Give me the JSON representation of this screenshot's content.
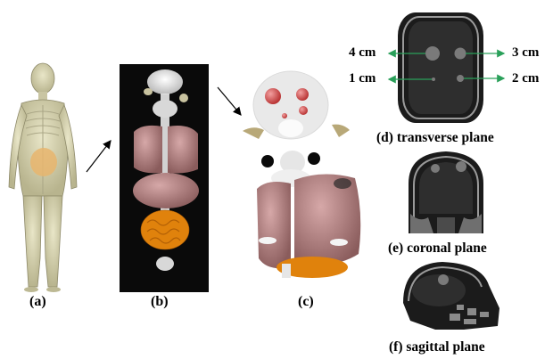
{
  "panels": {
    "a": "(a)",
    "b": "(b)",
    "c": "(c)"
  },
  "planes": {
    "transverse": "(d) transverse plane",
    "coronal": "(e) coronal plane",
    "sagittal": "(f) sagittal plane"
  },
  "tumor_sizes": {
    "top_left": "4 cm",
    "top_right": "3 cm",
    "bottom_left": "1 cm",
    "bottom_right": "2 cm"
  },
  "colors": {
    "arrow_green": "#2aa05a",
    "organ_pink": "#b88585",
    "intestine_orange": "#e0820c",
    "tumor_red": "#d84848"
  }
}
